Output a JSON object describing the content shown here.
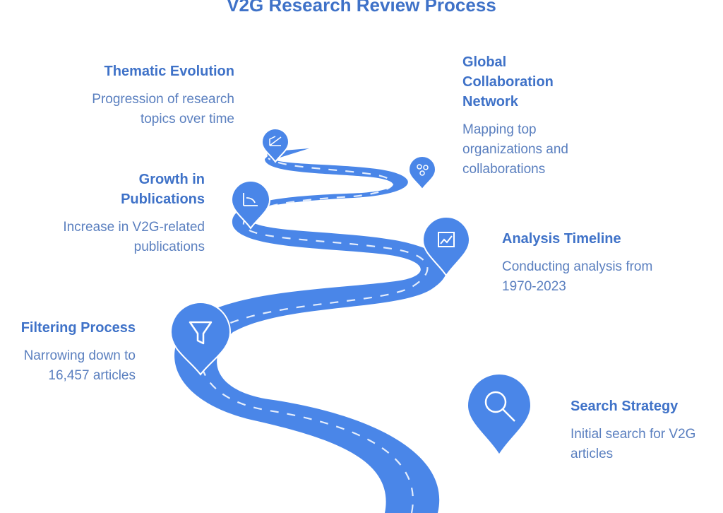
{
  "title": "V2G Research Review Process",
  "colors": {
    "road": "#4a86e8",
    "road_edge": "#3b74d6",
    "dash": "#ffffff",
    "heading": "#3f72c8",
    "text": "#5a7fbf"
  },
  "steps": [
    {
      "key": "search",
      "title": "Search Strategy",
      "description": "Initial search for V2G articles",
      "icon": "magnifier-icon"
    },
    {
      "key": "filtering",
      "title": "Filtering Process",
      "description": "Narrowing down to 16,457 articles",
      "icon": "funnel-icon"
    },
    {
      "key": "timeline",
      "title": "Analysis Timeline",
      "description": "Conducting analysis from 1970-2023",
      "icon": "line-chart-icon"
    },
    {
      "key": "growth",
      "title": "Growth in Publications",
      "description": "Increase in V2G-related publications",
      "icon": "growth-chart-icon"
    },
    {
      "key": "collab",
      "title": "Global Collaboration Network",
      "description": "Mapping top organizations and collaborations",
      "icon": "network-icon"
    },
    {
      "key": "thematic",
      "title": "Thematic Evolution",
      "description": "Progression of research topics over time",
      "icon": "book-icon"
    }
  ]
}
